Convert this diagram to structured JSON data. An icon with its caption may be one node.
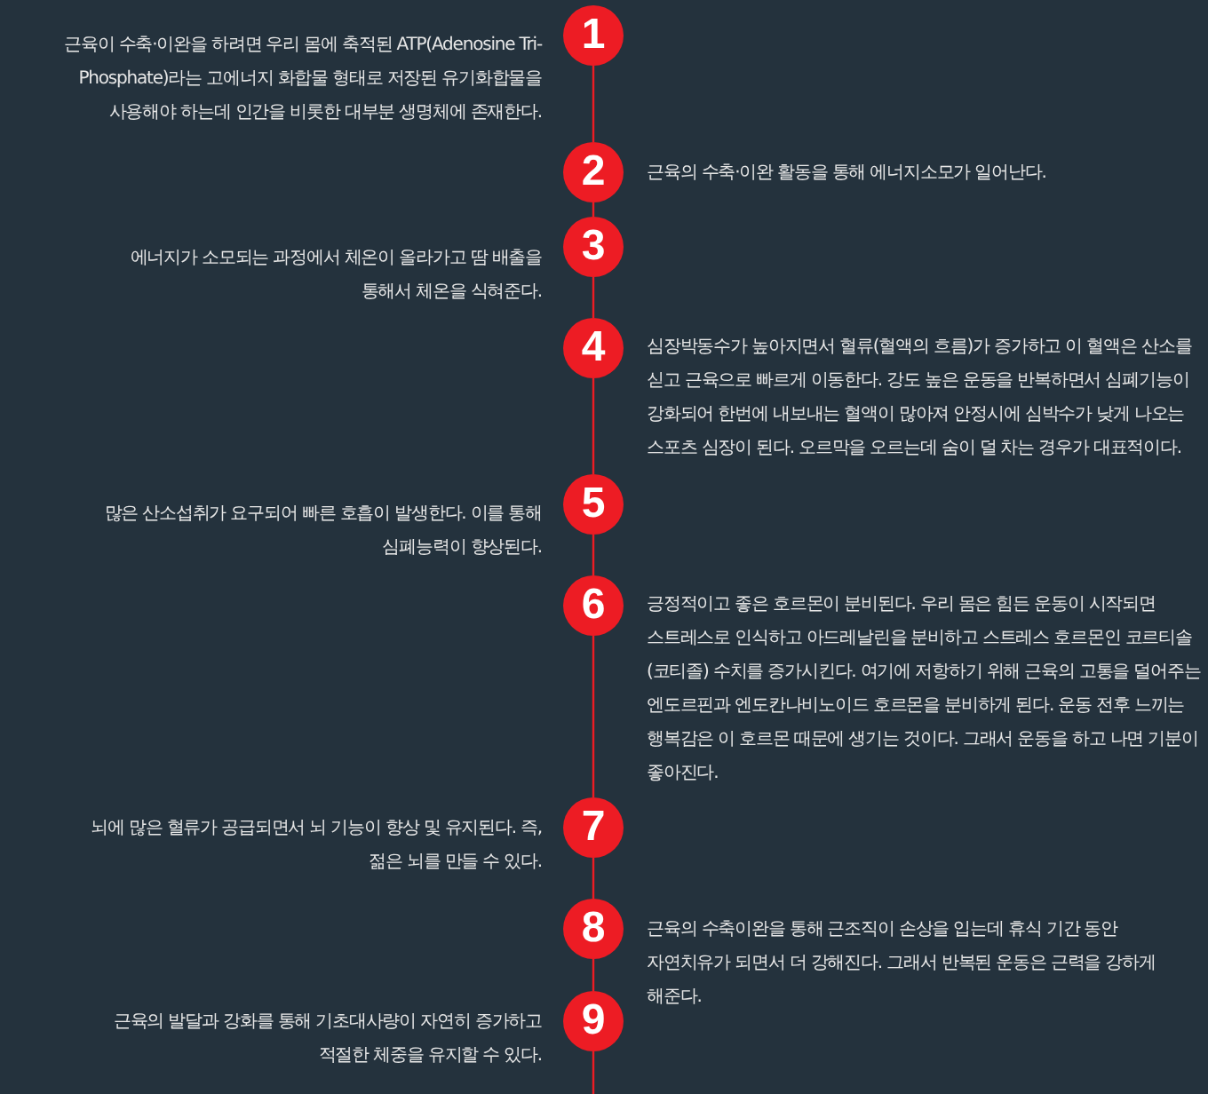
{
  "diagram": {
    "nodes": [
      {
        "text": [
          "1"
        ],
        "beside": [
          "근육이 수축·이완을 하려면 우리 몸에 축적된 ATP(Adenosine Tri-Phosphate)라는 고에너지 화합물 형태로 저장된 유기화합물을 사용해야 하는데 인간을 비롯한 대부분 생명체에 존재한다."
        ]
      },
      {
        "text": [
          "2"
        ],
        "beside": [
          "근육의 수축·이완 활동을 통해 에너지소모가 일어난다."
        ]
      },
      {
        "text": [
          "3"
        ],
        "beside": [
          "에너지가 소모되는 과정에서 체온이 올라가고 땀 배출을 통해서 체온을 식혀준다."
        ]
      },
      {
        "text": [
          "4"
        ],
        "beside": [
          "심장박동수가 높아지면서 혈류(혈액의 흐름)가 증가하고 이 혈액은 산소를 싣고 근육으로 빠르게 이동한다. 강도 높은 운동을 반복하면서 심폐기능이 강화되어 한번에 내보내는 혈액이 많아져 안정시에 심박수가 낮게 나오는 스포츠 심장이 된다. 오르막을 오르는데 숨이 덜 차는 경우가 대표적이다."
        ]
      },
      {
        "text": [
          "5"
        ],
        "beside": [
          "많은 산소섭취가 요구되어 빠른 호흡이 발생한다. 이를 통해 심폐능력이 향상된다."
        ]
      },
      {
        "text": [
          "6"
        ],
        "beside": [
          "긍정적이고 좋은 호르몬이 분비된다. 우리 몸은 힘든 운동이 시작되면 스트레스로 인식하고 아드레날린을 분비하고 스트레스 호르몬인 코르티솔(코티졸) 수치를 증가시킨다. 여기에 저항하기 위해 근육의 고통을 덜어주는 엔도르핀과 엔도칸나비노이드 호르몬을 분비하게 된다. 운동 전후 느끼는 행복감은 이 호르몬 때문에 생기는 것이다. 그래서 운동을 하고 나면 기분이 좋아진다."
        ]
      },
      {
        "text": [
          "7"
        ],
        "beside": [
          "뇌에 많은 혈류가 공급되면서 뇌 기능이 향상 및 유지된다. 즉, 젊은 뇌를 만들 수 있다."
        ]
      },
      {
        "text": [
          "8"
        ],
        "beside": [
          "근육의 수축이완을 통해 근조직이 손상을 입는데 휴식 기간 동안 자연치유가 되면서 더 강해진다. 그래서 반복된 운동은 근력을 강하게 해준다."
        ]
      },
      {
        "text": [
          "9"
        ],
        "beside": [
          "근육의 발달과 강화를 통해 기초대사량이 자연히 증가하고 적절한 체중을 유지할 수 있다."
        ]
      }
    ],
    "edges": [
      {
        "from": 0,
        "to": 1,
        "arrow": "none"
      },
      {
        "from": 1,
        "to": 2,
        "arrow": "none"
      },
      {
        "from": 2,
        "to": 3,
        "arrow": "none"
      },
      {
        "from": 3,
        "to": 4,
        "arrow": "none"
      },
      {
        "from": 4,
        "to": 5,
        "arrow": "none"
      },
      {
        "from": 5,
        "to": 6,
        "arrow": "none"
      },
      {
        "from": 6,
        "to": 7,
        "arrow": "none"
      },
      {
        "from": 7,
        "to": 8,
        "arrow": "none"
      },
      {
        "from": 8,
        "to": null,
        "arrow": "none"
      }
    ]
  }
}
